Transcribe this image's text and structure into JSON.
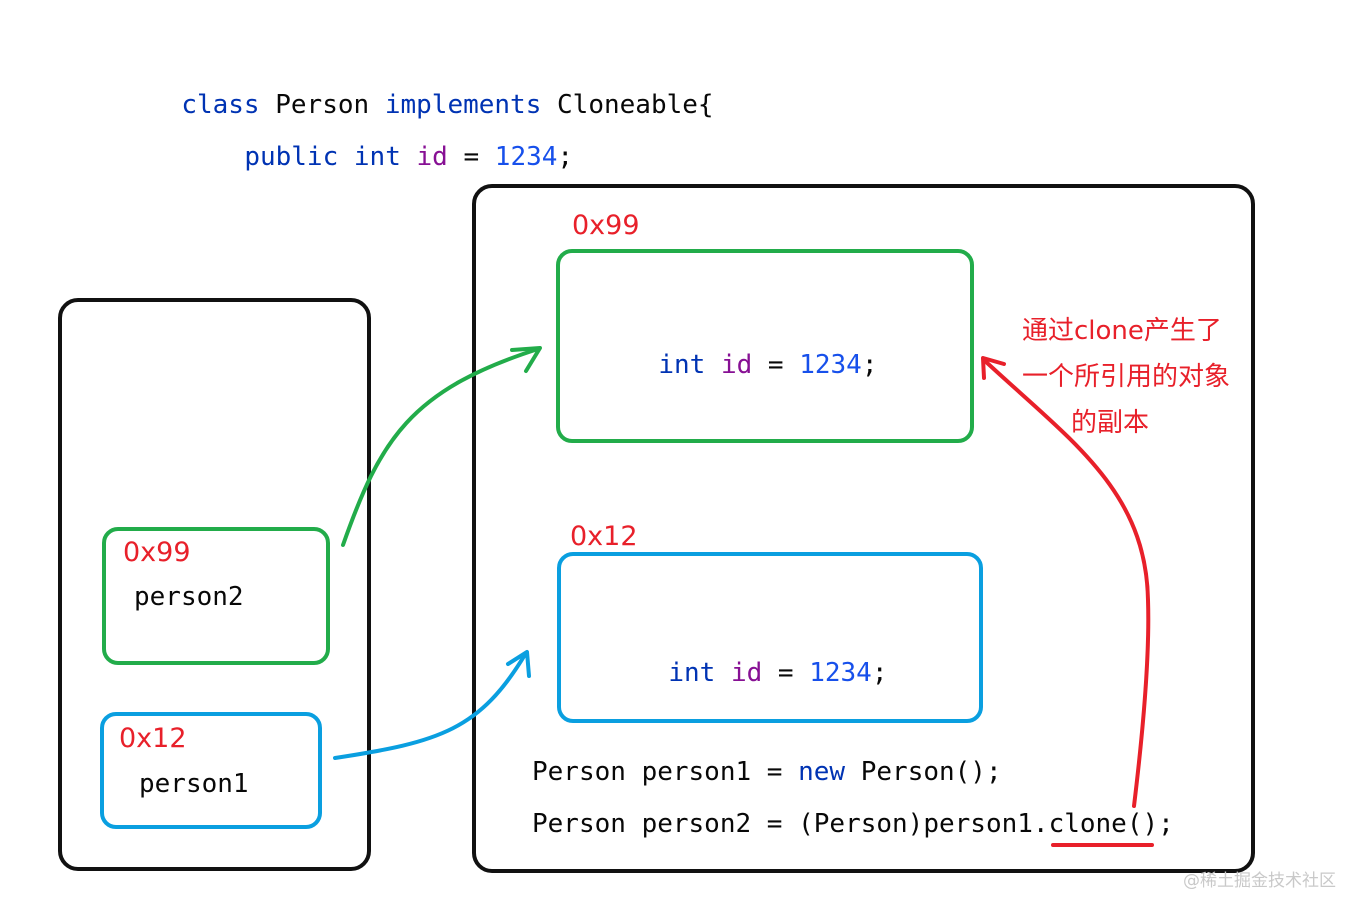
{
  "class_decl": {
    "kw_class": "class",
    "class_name": "Person",
    "kw_implements": "implements",
    "iface": "Cloneable{"
  },
  "field_decl": {
    "kw_public": "public",
    "kw_int": "int",
    "name": "id",
    "eq": "=",
    "value": "1234",
    "semi": ";"
  },
  "stack": {
    "person2": {
      "address": "0x99",
      "label": "person2"
    },
    "person1": {
      "address": "0x12",
      "label": "person1"
    }
  },
  "heap": {
    "clone_obj": {
      "address": "0x99",
      "kw_int": "int",
      "name": "id",
      "eq": "=",
      "value": "1234",
      "semi": ";"
    },
    "orig_obj": {
      "address": "0x12",
      "kw_int": "int",
      "name": "id",
      "eq": "=",
      "value": "1234",
      "semi": ";"
    }
  },
  "code": {
    "line1": {
      "a": "Person person1 = ",
      "kw_new": "new",
      "b": " Person();"
    },
    "line2": {
      "a": "Person person2 = (Person)person1.",
      "call": "clone",
      "b": "();"
    }
  },
  "annotation": {
    "line1": "通过clone产生了",
    "line2": "一个所引用的对象",
    "line3": "的副本"
  },
  "watermark": "@稀土掘金技术社区",
  "colors": {
    "green": "#22ac4a",
    "blue": "#0a9fe0",
    "red": "#e8202a",
    "black": "#111111"
  }
}
